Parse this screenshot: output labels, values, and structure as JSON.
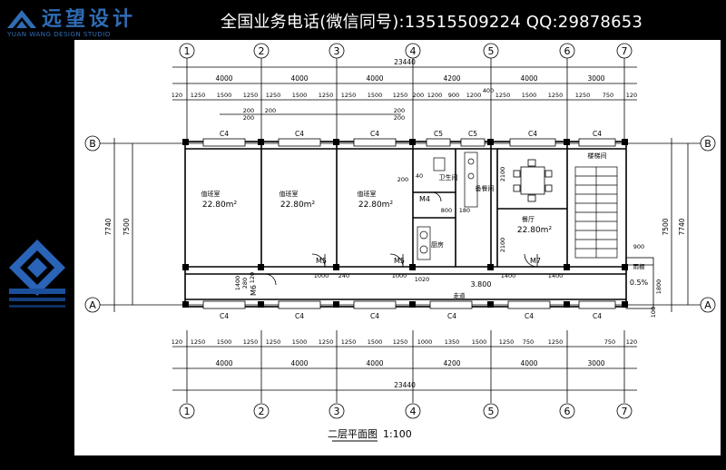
{
  "header": {
    "logo_cn": "远望设计",
    "logo_en": "YUAN WANG DESIGN STUDIO",
    "hotline": "全国业务电话(微信同号):13515509224    QQ:29878653"
  },
  "plan": {
    "title": "二层平面图",
    "scale": "1:100",
    "axes_vertical": [
      "1",
      "2",
      "3",
      "4",
      "5",
      "6",
      "7"
    ],
    "axes_horizontal": [
      "B",
      "A"
    ],
    "bay_dims": [
      "4000",
      "4000",
      "4000",
      "4200",
      "4000",
      "3000"
    ],
    "total_width": "23440",
    "depth_outer": "7740",
    "depth_inner": "7500",
    "top_sub_dims": [
      "120",
      "1250",
      "1500",
      "1250",
      "1250",
      "1500",
      "1250",
      "1250",
      "1500",
      "1250",
      "200",
      "1200",
      "900",
      "1200",
      "400",
      "1250",
      "1500",
      "1250",
      "1250",
      "750",
      "120"
    ],
    "top_small_dims": [
      "200",
      "200",
      "200",
      "200",
      "200"
    ],
    "bottom_sub_dims": [
      "120",
      "1250",
      "1500",
      "1250",
      "1250",
      "1500",
      "1250",
      "1250",
      "1500",
      "1250",
      "1000",
      "1350",
      "1500",
      "1250",
      "750",
      "1250",
      "750",
      "120"
    ],
    "windows_top": [
      "C4",
      "C4",
      "C4",
      "C5",
      "C5",
      "C4",
      "C4"
    ],
    "windows_bottom": [
      "C4",
      "C4",
      "C4",
      "C4",
      "C4",
      "C4"
    ],
    "doors": [
      "M5",
      "M5",
      "M6",
      "M4",
      "M7"
    ],
    "rooms": [
      {
        "name": "值班室",
        "area": "22.80m²"
      },
      {
        "name": "值班室",
        "area": "22.80m²"
      },
      {
        "name": "值班室",
        "area": "22.80m²"
      },
      {
        "name": "卫生间",
        "area": ""
      },
      {
        "name": "备餐间",
        "area": ""
      },
      {
        "name": "餐厅",
        "area": "22.80m²"
      },
      {
        "name": "楼梯间",
        "area": ""
      },
      {
        "name": "厨房",
        "area": ""
      }
    ],
    "misc_labels": {
      "corridor_h": "1400",
      "corridor_h2": "280",
      "corridor_h3": "120",
      "d1000a": "1000",
      "d240": "240",
      "d1000b": "1000",
      "d1020": "1020",
      "d1400a": "1400",
      "d1400b": "1400",
      "d200": "200",
      "d40": "40",
      "d800": "800",
      "d180": "180",
      "d900": "900",
      "d1800": "1800",
      "d2100a": "2100",
      "d2100b": "2100",
      "d100": "100",
      "elev": "3.800",
      "slope": "0.5%",
      "ramp": "雨棚",
      "walk": "走道"
    }
  }
}
